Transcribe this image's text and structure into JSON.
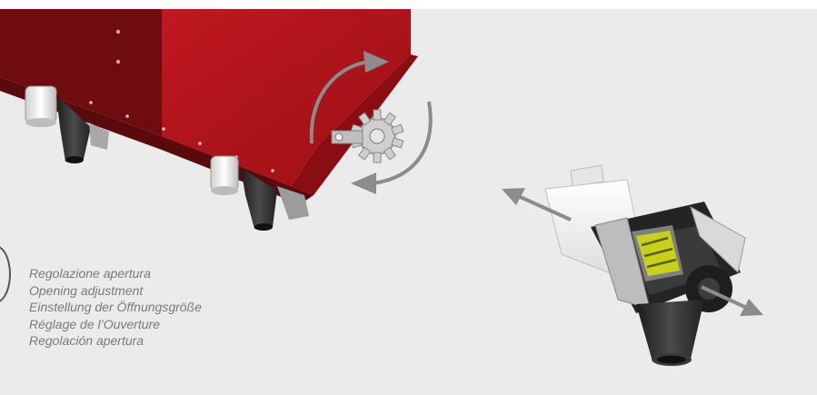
{
  "colors": {
    "background": "#ebebeb",
    "machine_red": "#b4131a",
    "machine_dark_red": "#7a0e12",
    "arrow_gray": "#8c8c8c",
    "caption_gray": "#7a7a7a",
    "spout_black": "#2a2a2a",
    "sleeve_white": "#f6f6f6",
    "flap_yellow": "#c8d11a"
  },
  "illustration": {
    "hopper": {
      "icon": "seed-hopper-illustration"
    },
    "rotation_arrows": {
      "icon": "curved-rotation-arrows"
    },
    "gear": {
      "icon": "sprocket-gear-icon"
    },
    "distributor": {
      "icon": "opening-distributor-illustration"
    },
    "slide_arrow": {
      "icon": "double-arrow-icon"
    }
  },
  "captions": [
    {
      "lang": "it",
      "text": "Regolazione apertura"
    },
    {
      "lang": "en",
      "text": "Opening adjustment"
    },
    {
      "lang": "de",
      "text": "Einstellung der Öffnungsgröße"
    },
    {
      "lang": "fr",
      "text": "Réglage de l’Ouverture"
    },
    {
      "lang": "es",
      "text": "Regolación apertura"
    }
  ]
}
